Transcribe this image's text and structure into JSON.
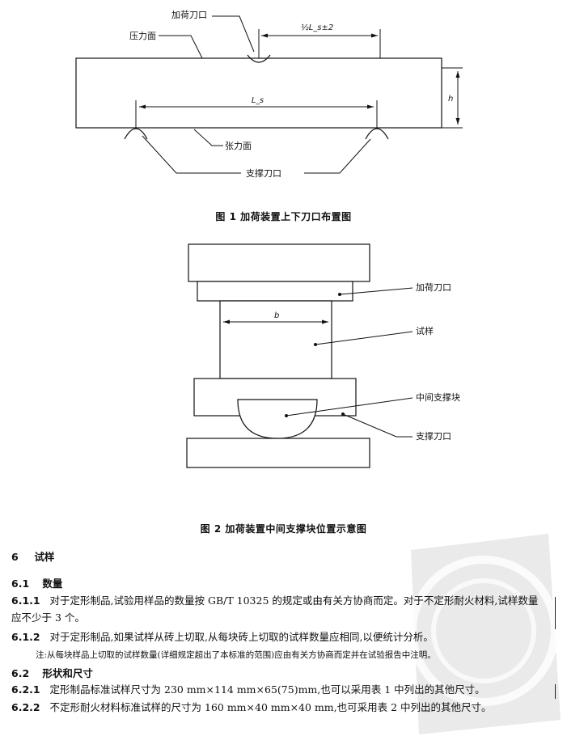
{
  "figure1": {
    "label_loading_edge": "加荷刀口",
    "label_half_span": "½L_s±2",
    "label_compression_face": "压力面",
    "label_span": "L_s",
    "label_height": "h",
    "label_tension_face": "张力面",
    "label_support_edge": "支撑刀口",
    "caption": "图 1   加荷装置上下刀口布置图"
  },
  "figure2": {
    "label_width": "b",
    "label_loading_edge": "加荷刀口",
    "label_specimen": "试样",
    "label_middle_support": "中间支撑块",
    "label_support_edge": "支撑刀口",
    "caption": "图 2   加荷装置中间支撑块位置示意图"
  },
  "section6": {
    "heading_num": "6",
    "heading_title": "试样",
    "s61_num": "6.1",
    "s61_title": "数量",
    "p611_num": "6.1.1",
    "p611_text": "对于定形制品,试验用样品的数量按 GB/T 10325 的规定或由有关方协商而定。对于不定形耐火材料,试样数量应不少于 3 个。",
    "p612_num": "6.1.2",
    "p612_text": "对于定形制品,如果试样从砖上切取,从每块砖上切取的试样数量应相同,以便统计分析。",
    "note": "注:从每块样品上切取的试样数量(详细规定超出了本标准的范围)应由有关方协商而定并在试验报告中注明。",
    "s62_num": "6.2",
    "s62_title": "形状和尺寸",
    "p621_num": "6.2.1",
    "p621_text": "定形制品标准试样尺寸为 230 mm×114 mm×65(75)mm,也可以采用表 1 中列出的其他尺寸。",
    "p622_num": "6.2.2",
    "p622_text": "不定形耐火材料标准试样的尺寸为 160 mm×40 mm×40 mm,也可采用表 2 中列出的其他尺寸。"
  },
  "colors": {
    "ink": "#111111",
    "seal": "#d9d9d9"
  }
}
